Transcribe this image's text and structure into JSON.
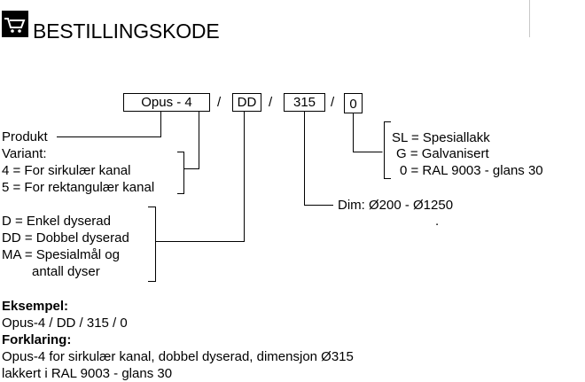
{
  "header": {
    "icon": "shopping-cart-icon",
    "title": "BESTILLINGSKODE"
  },
  "code": {
    "product": "Opus - 4",
    "sep1": "/",
    "variant": "DD",
    "sep2": "/",
    "dimension": "315",
    "sep3": "/",
    "paint": "0"
  },
  "left_labels": {
    "produkt": "Produkt",
    "variant_title": "Variant:",
    "variant_4": "4 = For sirkulær kanal",
    "variant_5": "5 = For rektangulær kanal",
    "d_enkel": "D = Enkel  dyserad",
    "dd_dobbel": "DD = Dobbel dyserad",
    "ma_line1": "MA = Spesialmål og",
    "ma_line2": "antall dyser"
  },
  "right_labels": {
    "sl": "SL = Spesiallakk",
    "g": "G = Galvanisert",
    "zero": "0 = RAL 9003 - glans 30",
    "dim": "Dim: Ø200 - Ø1250",
    "dot": "."
  },
  "example": {
    "heading": "Eksempel:",
    "code": "Opus-4 / DD / 315 / 0",
    "explain_heading": "Forklaring:",
    "explain_line1": "Opus-4 for sirkulær kanal, dobbel dyserad, dimensjon Ø315",
    "explain_line2": "lakkert i RAL 9003 - glans 30"
  },
  "colors": {
    "text": "#000000",
    "background": "#ffffff"
  }
}
